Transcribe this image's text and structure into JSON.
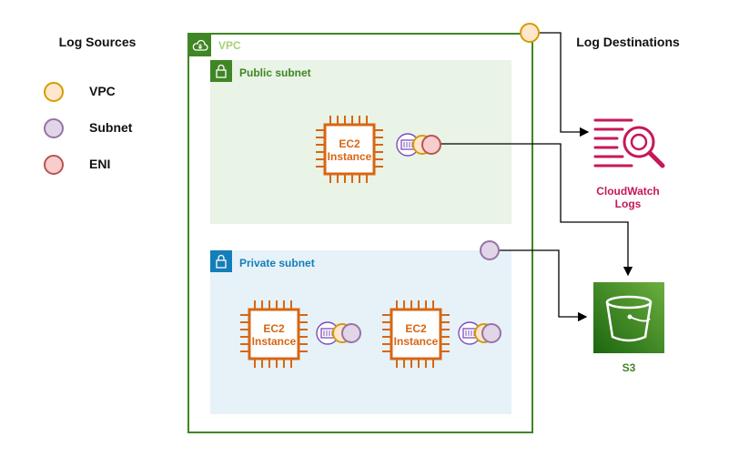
{
  "legend": {
    "title": "Log Sources",
    "items": [
      {
        "label": "VPC",
        "fill": "#ffe6cc",
        "stroke": "#d79b00"
      },
      {
        "label": "Subnet",
        "fill": "#e1d5e7",
        "stroke": "#9673a6"
      },
      {
        "label": "ENI",
        "fill": "#f8cecc",
        "stroke": "#b85450"
      }
    ]
  },
  "destinations": {
    "title": "Log Destinations",
    "cloudwatch": "CloudWatch\nLogs",
    "s3": "S3"
  },
  "vpc": {
    "label": "VPC"
  },
  "public_subnet": {
    "label": "Public subnet",
    "color": "#3f8624"
  },
  "private_subnet": {
    "label": "Private subnet",
    "color": "#147eba"
  },
  "ec2": {
    "line1": "EC2",
    "line2": "Instance"
  },
  "colors": {
    "vpc_border": "#3f8624",
    "ec2_orange": "#d86613",
    "cloudwatch": "#c7175a",
    "eni_icon": "#7c4dbe",
    "connector": "#000000"
  },
  "icons": {
    "vpc": "cloud-lock-icon",
    "subnet": "padlock-icon",
    "ec2": "ec2-chip-icon",
    "eni": "network-interface-icon",
    "cloudwatch": "cloudwatch-logs-magnifier-icon",
    "s3": "bucket-icon"
  }
}
